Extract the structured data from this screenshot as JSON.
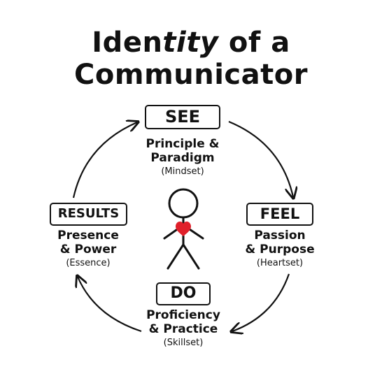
{
  "title": {
    "line1_part1": "Iden",
    "line1_italic": "tity",
    "line1_part2": " of a",
    "line2": "Communicator"
  },
  "nodes": {
    "see": {
      "label": "SEE",
      "line1": "Principle &",
      "line2": "Paradigm",
      "sub": "(Mindset)"
    },
    "feel": {
      "label": "FEEL",
      "line1": "Passion",
      "line2": "& Purpose",
      "sub": "(Heartset)"
    },
    "do": {
      "label": "DO",
      "line1": "Proficiency",
      "line2": "& Practice",
      "sub": "(Skillset)"
    },
    "results": {
      "label": "RESULTS",
      "line1": "Presence",
      "line2": "& Power",
      "sub": "(Essence)"
    }
  },
  "colors": {
    "ink": "#111111",
    "heart": "#e0202a",
    "background": "#ffffff"
  },
  "icons": {
    "figure": "stick-figure-icon",
    "heart": "heart-icon"
  }
}
